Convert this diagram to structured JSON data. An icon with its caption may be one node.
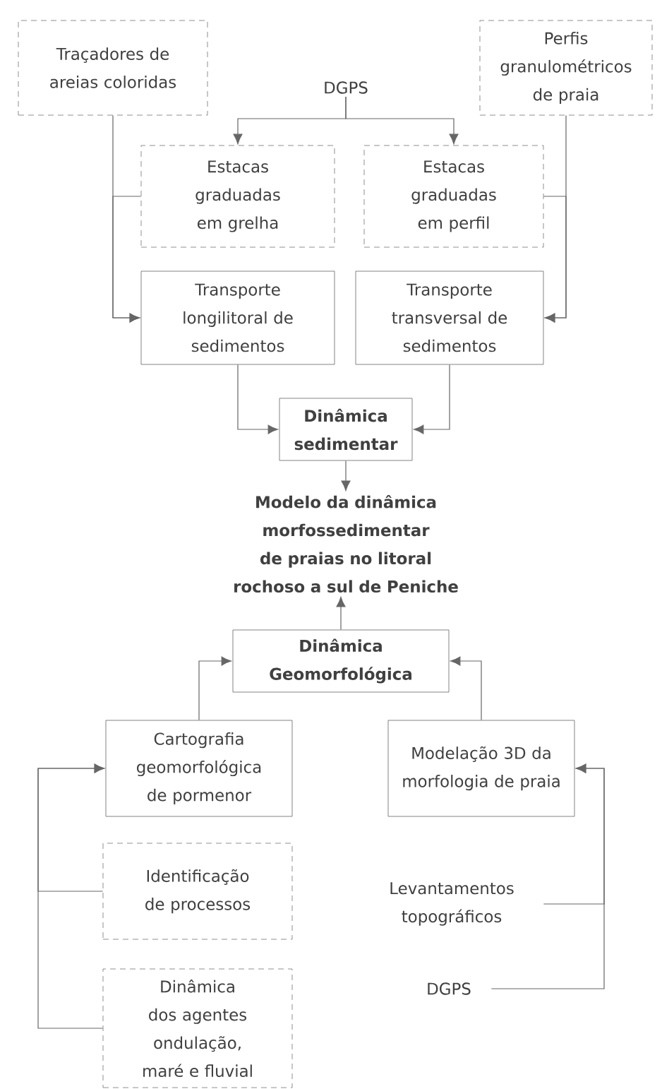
{
  "diagram": {
    "nodes": [
      {
        "text": [
          "Traçadores de areias coloridas"
        ]
      },
      {
        "text": [
          "Perfis granulométricos de praia"
        ]
      },
      {
        "text": [
          "DGPS"
        ]
      },
      {
        "text": [
          "Estacas graduadas em grelha"
        ]
      },
      {
        "text": [
          "Estacas graduadas em perfil"
        ]
      },
      {
        "text": [
          "Transporte longilitoral de sedimentos"
        ]
      },
      {
        "text": [
          "Transporte transversal de sedimentos"
        ]
      },
      {
        "text": [
          "Dinâmica sedimentar"
        ]
      },
      {
        "text": [
          "Modelo da dinâmica morfossedimentar de praias no litoral rochoso a sul de Peniche"
        ]
      },
      {
        "text": [
          "Dinâmica Geomorfológica"
        ]
      },
      {
        "text": [
          "Cartografia geomorfológica de pormenor"
        ]
      },
      {
        "text": [
          "Modelação 3D da morfologia de praia"
        ]
      },
      {
        "text": [
          "Identificação de processos"
        ]
      },
      {
        "text": [
          "Dinâmica dos agentes ondulação, maré e fluvial"
        ]
      },
      {
        "text": [
          "Levantamentos topográficos"
        ]
      },
      {
        "text": [
          "DGPS"
        ]
      }
    ],
    "edges": [
      {
        "from": 0,
        "to": 5,
        "arrow": "to"
      },
      {
        "from": 3,
        "to": 5,
        "arrow": "to"
      },
      {
        "from": 1,
        "to": 6,
        "arrow": "to"
      },
      {
        "from": 4,
        "to": 6,
        "arrow": "to"
      },
      {
        "from": 2,
        "to": 3,
        "arrow": "to"
      },
      {
        "from": 2,
        "to": 4,
        "arrow": "to"
      },
      {
        "from": 5,
        "to": 7,
        "arrow": "to"
      },
      {
        "from": 6,
        "to": 7,
        "arrow": "to"
      },
      {
        "from": 7,
        "to": 8,
        "arrow": "to"
      },
      {
        "from": 9,
        "to": 8,
        "arrow": "to"
      },
      {
        "from": 10,
        "to": 9,
        "arrow": "to"
      },
      {
        "from": 11,
        "to": 9,
        "arrow": "to"
      },
      {
        "from": 12,
        "to": 10,
        "arrow": "to"
      },
      {
        "from": 13,
        "to": 10,
        "arrow": "to"
      },
      {
        "from": 14,
        "to": 11,
        "arrow": "to"
      },
      {
        "from": 15,
        "to": 11,
        "arrow": "to"
      }
    ]
  }
}
